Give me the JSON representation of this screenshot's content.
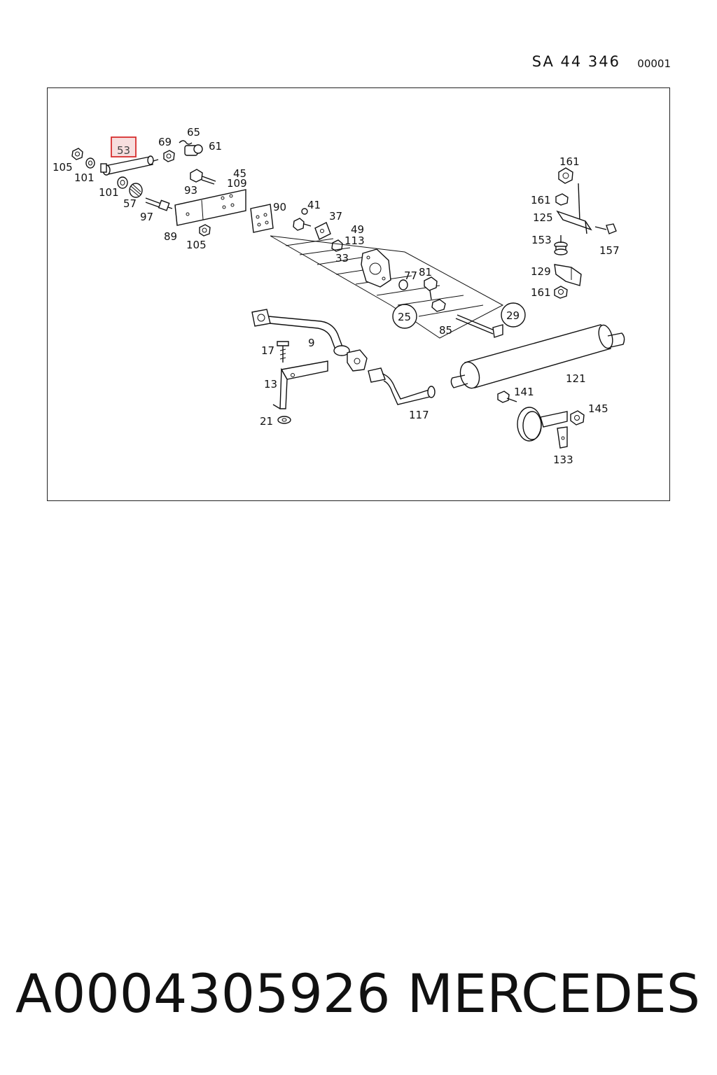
{
  "header": {
    "code": "SA 44 346",
    "sub": "00001"
  },
  "diagram": {
    "highlight_color": "#d62d2d",
    "highlight_fill": "#f7dede",
    "highlighted": "53",
    "labels": {
      "l105a": "105",
      "l101a": "101",
      "l53": "53",
      "l69": "69",
      "l65": "65",
      "l61": "61",
      "l101b": "101",
      "l57": "57",
      "l93": "93",
      "l45": "45",
      "l109": "109",
      "l97": "97",
      "l89": "89",
      "l105b": "105",
      "l90": "90",
      "l41": "41",
      "l37": "37",
      "l49": "49",
      "l113": "113",
      "l33": "33",
      "l77": "77",
      "l81": "81",
      "l25": "25",
      "l29": "29",
      "l85": "85",
      "l9": "9",
      "l17": "17",
      "l13": "13",
      "l21": "21",
      "l117": "117",
      "l121": "121",
      "l141": "141",
      "l145": "145",
      "l133": "133",
      "l161a": "161",
      "l161b": "161",
      "l125": "125",
      "l153": "153",
      "l157": "157",
      "l129": "129",
      "l161c": "161"
    }
  },
  "footer": {
    "part_number": "A0004305926",
    "brand": "MERCEDES"
  }
}
